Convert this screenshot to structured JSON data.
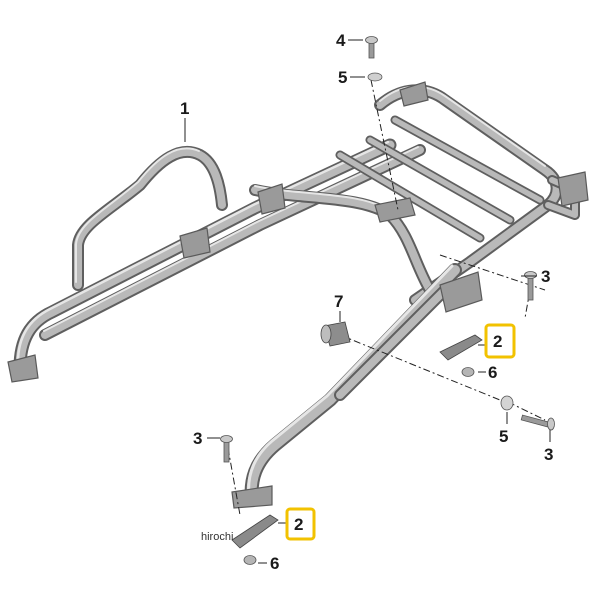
{
  "diagram": {
    "callouts": [
      {
        "id": "c1",
        "label": "1"
      },
      {
        "id": "c2a",
        "label": "2",
        "highlighted": true
      },
      {
        "id": "c2b",
        "label": "2",
        "highlighted": true
      },
      {
        "id": "c3a",
        "label": "3"
      },
      {
        "id": "c3b",
        "label": "3"
      },
      {
        "id": "c3c",
        "label": "3"
      },
      {
        "id": "c4",
        "label": "4"
      },
      {
        "id": "c5a",
        "label": "5"
      },
      {
        "id": "c5b",
        "label": "5"
      },
      {
        "id": "c6a",
        "label": "6"
      },
      {
        "id": "c6b",
        "label": "6"
      },
      {
        "id": "c7",
        "label": "7"
      }
    ],
    "watermark": "hirochi",
    "colors": {
      "tube_outline": "#5f5f5f",
      "tube_fill": "#b9b9b9",
      "tube_highlight": "#e6e6e6",
      "highlight_box": "#f2c200",
      "leader": "#222222"
    }
  }
}
